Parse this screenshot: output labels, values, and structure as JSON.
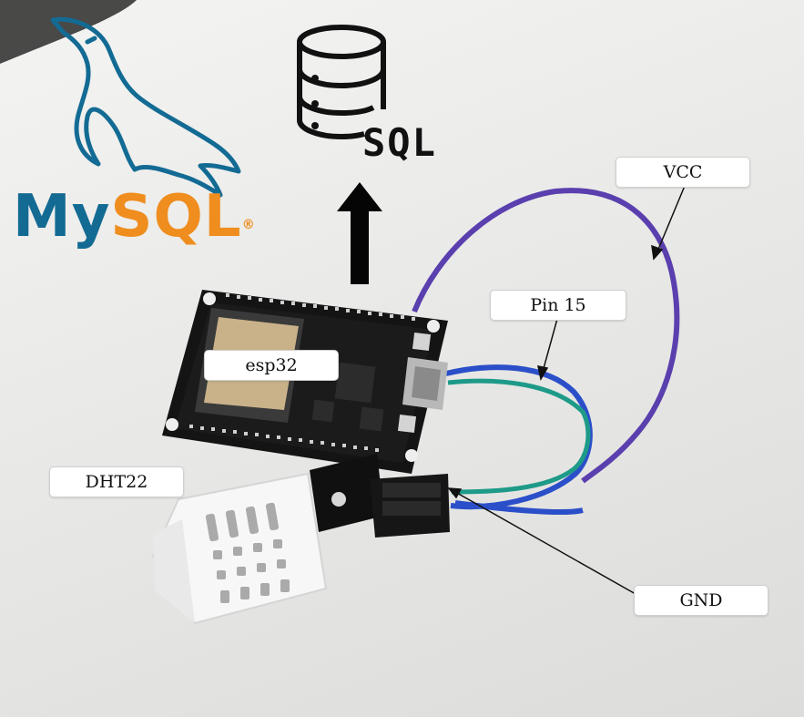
{
  "labels": {
    "vcc": "VCC",
    "pin15": "Pin 15",
    "esp32": "esp32",
    "dht22": "DHT22",
    "gnd": "GND"
  },
  "mysql_logo": {
    "my": "My",
    "sql": "SQL",
    "registered": "®"
  },
  "database_icon": {
    "caption": "SQL"
  },
  "colors": {
    "mysql_blue": "#136b94",
    "mysql_orange": "#ef8d1f",
    "wire_purple": "#5a3fae",
    "wire_blue": "#2b4fc9",
    "wire_green": "#1d9a88",
    "board_black": "#141414"
  }
}
